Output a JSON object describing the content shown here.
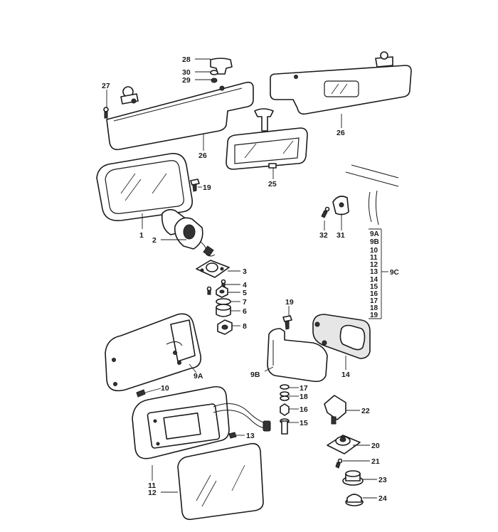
{
  "colors": {
    "ink": "#1a1a1a",
    "paper": "#ffffff",
    "shade": "#e6e6e6"
  },
  "callouts": {
    "c1": "1",
    "c2": "2",
    "c3": "3",
    "c4": "4",
    "c5": "5",
    "c6": "6",
    "c7": "7",
    "c8": "8",
    "c9a": "9A",
    "c9b": "9B",
    "c10": "10",
    "c11": "11",
    "c12": "12",
    "c13": "13",
    "c14": "14",
    "c15": "15",
    "c16": "16",
    "c17": "17",
    "c18": "18",
    "c19_top": "19",
    "c19_mid": "19",
    "c20": "20",
    "c21": "21",
    "c22": "22",
    "c23": "23",
    "c24": "24",
    "c25": "25",
    "c26_left": "26",
    "c26_right": "26",
    "c27": "27",
    "c28": "28",
    "c29": "29",
    "c30": "30",
    "c31": "31",
    "c32": "32"
  },
  "kit_legend": {
    "items": [
      "9A",
      "9B",
      "10",
      "11",
      "12",
      "13",
      "14",
      "15",
      "16",
      "17",
      "18",
      "19"
    ],
    "label": "9C"
  }
}
